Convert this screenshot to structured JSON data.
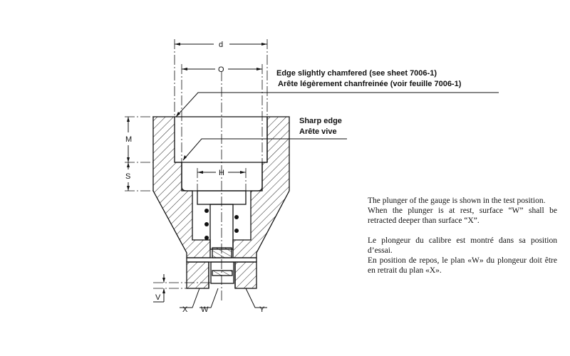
{
  "drawing": {
    "dimensions": {
      "d": "d",
      "o": "O",
      "m": "M",
      "s": "S",
      "h": "H",
      "v": "V"
    },
    "surfaces": {
      "x": "X",
      "w": "W",
      "y": "Y"
    },
    "callouts": {
      "chamfer_en": "Edge slightly chamfered (see sheet 7006-1)",
      "chamfer_fr": "Arête légèrement chanfreinée (voir feuille 7006-1)",
      "sharp_en": "Sharp edge",
      "sharp_fr": "Arête vive"
    }
  },
  "notes": {
    "en_1": "The plunger of the gauge is shown in the test position.",
    "en_2": "When the plunger is at rest, surface “W” shall be retracted deeper than surface “X”.",
    "fr_1": "Le plongeur du calibre est montré dans sa position d’essai.",
    "fr_2": "En position de repos, le plan «W» du plongeur doit être en retrait du plan «X»."
  }
}
